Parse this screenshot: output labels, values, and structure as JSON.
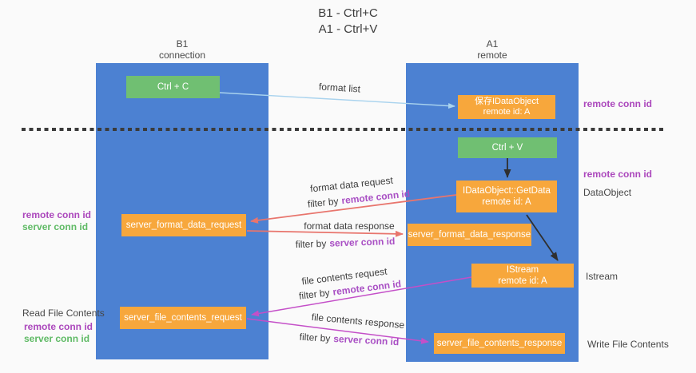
{
  "title": {
    "line1": "B1 - Ctrl+C",
    "line2": "A1 - Ctrl+V"
  },
  "lanes": {
    "left": {
      "title": "B1",
      "subtitle": "connection"
    },
    "right": {
      "title": "A1",
      "subtitle": "remote"
    }
  },
  "nodes": {
    "ctrl_c": {
      "label": "Ctrl + C"
    },
    "ctrl_v": {
      "label": "Ctrl + V"
    },
    "save_dataobject": {
      "line1": "保存IDataObject",
      "line2": "remote id: A"
    },
    "getdata": {
      "line1": "IDataObject::GetData",
      "line2": "remote id: A"
    },
    "istream": {
      "line1": "IStream",
      "line2": "remote id: A"
    },
    "server_format_data_request": {
      "label": "server_format_data_request"
    },
    "server_format_data_response": {
      "label": "server_format_data_response"
    },
    "server_file_contents_request": {
      "label": "server_file_contents_request"
    },
    "server_file_contents_response": {
      "label": "server_file_contents_response"
    }
  },
  "edge_labels": {
    "format_list": "format list",
    "format_data_request": "format data request",
    "format_data_response": "format data response",
    "file_contents_request": "file contents request",
    "file_contents_response": "file contents response",
    "filter_by": "filter by",
    "remote_conn_id": "remote conn id",
    "server_conn_id": "server conn id"
  },
  "side_labels": {
    "remote_conn_id_top": "remote conn id",
    "remote_conn_id_mid": "remote conn id",
    "dataobject": "DataObject",
    "istream": "Istream",
    "write_file_contents": "Write File Contents",
    "read_file_contents": "Read File Contents",
    "left_remote_conn_id_1": "remote conn id",
    "left_server_conn_id_1": "server conn id",
    "left_remote_conn_id_2": "remote conn id",
    "left_server_conn_id_2": "server conn id"
  },
  "colors": {
    "lane_blue": "#4c81d2",
    "node_green": "#70bf72",
    "node_orange": "#f7a73c",
    "arrow_salmon": "#e8756d",
    "arrow_magenta": "#c44fc8",
    "arrow_lightblue": "#a9d3ee",
    "arrow_black": "#2f2f2f",
    "text_purple": "#ab47bc",
    "text_green": "#5fba65"
  }
}
